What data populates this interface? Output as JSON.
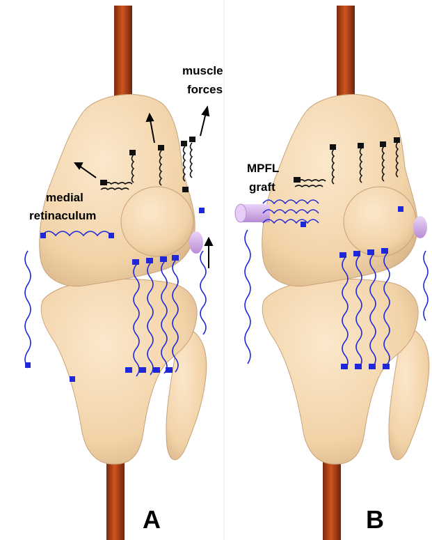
{
  "panels": [
    {
      "letter": "A",
      "annotations": {
        "muscle_forces": [
          "muscle",
          "forces"
        ],
        "medial_retinaculum": [
          "medial",
          "retinaculum"
        ]
      }
    },
    {
      "letter": "B",
      "annotations": {
        "mpfl_graft": [
          "MPFL",
          "graft"
        ]
      }
    }
  ],
  "colors": {
    "bone": "#f6dcb6",
    "bone_shade": "#d9b48a",
    "rod": "#b8401a",
    "ligament": "#1f28d8",
    "muscle_spring": "#111111",
    "graft": "#d6b0ec"
  },
  "icons": [
    "knee-bone-model",
    "steel-rod",
    "ligament-spring",
    "muscle-spring",
    "force-arrow",
    "graft-cylinder"
  ]
}
